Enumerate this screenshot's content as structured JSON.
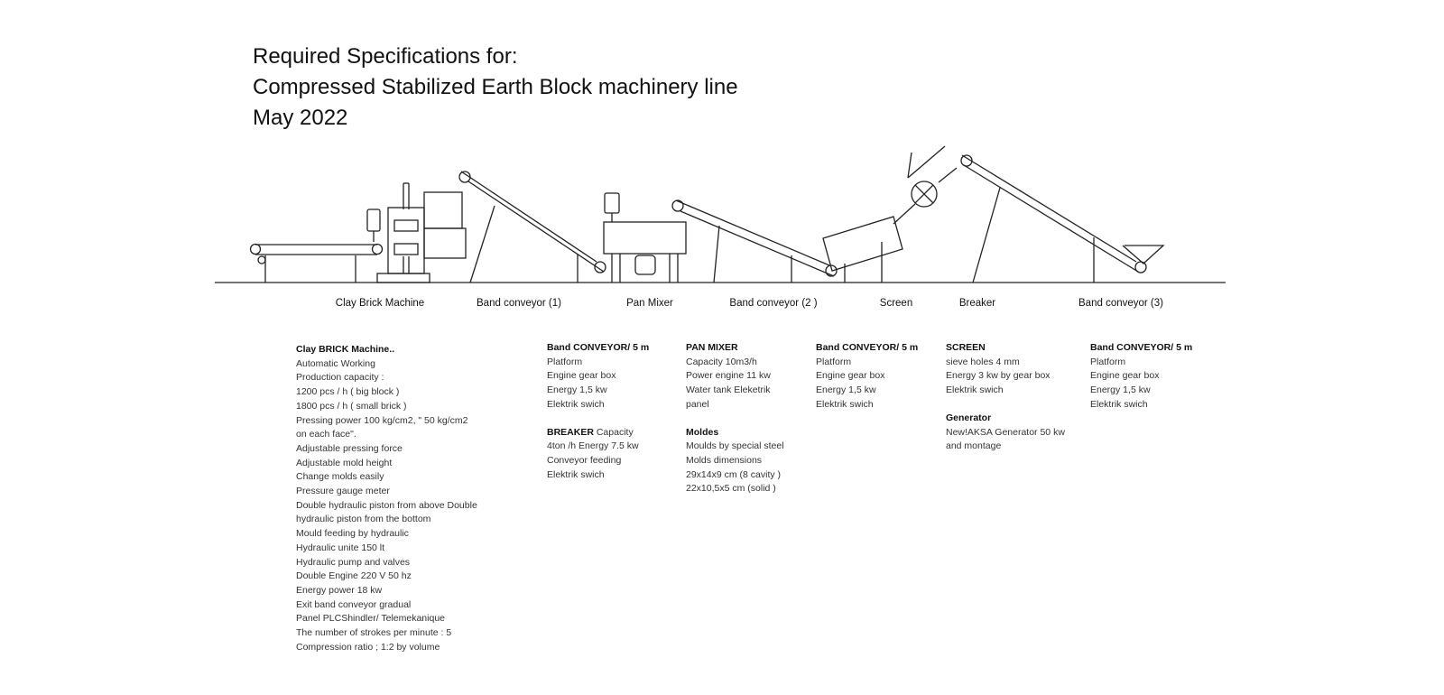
{
  "title": {
    "line1": "Required Specifications for:",
    "line2": "Compressed Stabilized Earth Block  machinery line",
    "line3": "May 2022"
  },
  "machine_labels": [
    "Clay Brick Machine",
    "Band conveyor  (1)",
    "Pan Mixer",
    "Band conveyor  (2 )",
    "Screen",
    "Breaker",
    "Band conveyor (3)"
  ],
  "specs": {
    "clay_brick": {
      "heading": "Clay BRICK Machine..",
      "lines": [
        "Automatic Working",
        "Production capacity :",
        "1200       pcs / h ( big block )",
        "1800 pcs / h ( small brick )",
        "Pressing    power      100 kg/cm2,  \" 50 kg/cm2",
        "on each face\".",
        "Adjustable pressing force",
        "Adjustable mold height",
        "Change molds easily",
        "Pressure gauge meter",
        "Double    hydraulic      piston   from      above Double",
        "hydraulic      piston   from       the bottom",
        "Mould feeding by hydraulic",
        "Hydraulic unite     150 lt",
        "Hydraulic pump   and  valves",
        "Double    Engine   220 V 50 hz",
        "Energy     power    18 kw",
        "Exit   band   conveyor     gradual",
        "Panel  PLCShindler/        Telemekanique",
        "The number of strokes per minute : 5",
        "Compression ratio ;  1:2 by volume"
      ]
    },
    "conveyor1": {
      "heading": "Band CONVEYOR/ 5 m",
      "lines": [
        "Platform",
        "Engine gear box",
        "Energy 1,5 kw",
        "Elektrik swich"
      ]
    },
    "breaker": {
      "heading": "BREAKER",
      "heading_rest": " Capacity",
      "lines": [
        "4ton /h  Energy 7.5 kw",
        "Conveyor feeding",
        "Elektrik swich"
      ]
    },
    "pan_mixer": {
      "heading": "PAN MIXER",
      "lines": [
        "Capacity 10m3/h",
        "Power engine 11 kw",
        "Water tank Eleketrik",
        "panel"
      ]
    },
    "moldes": {
      "heading": "Moldes",
      "lines": [
        "Moulds  by special steel",
        "Molds dimensions",
        "29x14x9 cm   (8 cavity )",
        "22x10,5x5 cm     (solid )"
      ]
    },
    "conveyor2": {
      "heading": "Band CONVEYOR/ 5 m",
      "lines": [
        "Platform",
        "Engine gear box",
        "Energy 1,5 kw",
        "Elektrik swich"
      ]
    },
    "screen": {
      "heading": "SCREEN",
      "lines": [
        "sieve holes 4 mm",
        "Energy 3 kw by gear box",
        "Elektrik  swich"
      ]
    },
    "generator": {
      "heading": "Generator",
      "lines": [
        "New!AKSA Generator 50 kw",
        "and montage"
      ]
    },
    "conveyor3": {
      "heading": "Band CONVEYOR/ 5 m",
      "lines": [
        "Platform",
        "Engine gear box",
        "Energy 1,5 kw",
        "Elektrik swich"
      ]
    }
  }
}
